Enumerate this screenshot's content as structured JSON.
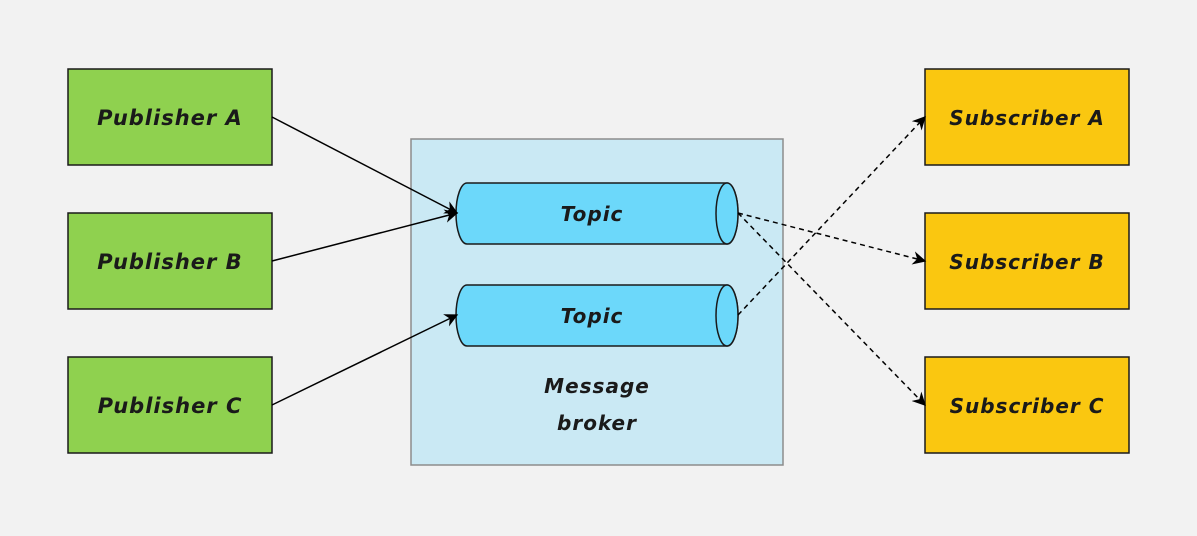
{
  "colors": {
    "background": "#f2f2f2",
    "publisher_fill": "#8fd14f",
    "subscriber_fill": "#fac710",
    "broker_fill": "#cae9f4",
    "topic_fill": "#6cd8fa"
  },
  "publishers": [
    {
      "label": "Publisher A"
    },
    {
      "label": "Publisher B"
    },
    {
      "label": "Publisher C"
    }
  ],
  "subscribers": [
    {
      "label": "Subscriber A"
    },
    {
      "label": "Subscriber B"
    },
    {
      "label": "Subscriber C"
    }
  ],
  "broker": {
    "label_line1": "Message",
    "label_line2": "broker"
  },
  "topics": [
    {
      "label": "Topic"
    },
    {
      "label": "Topic"
    }
  ]
}
